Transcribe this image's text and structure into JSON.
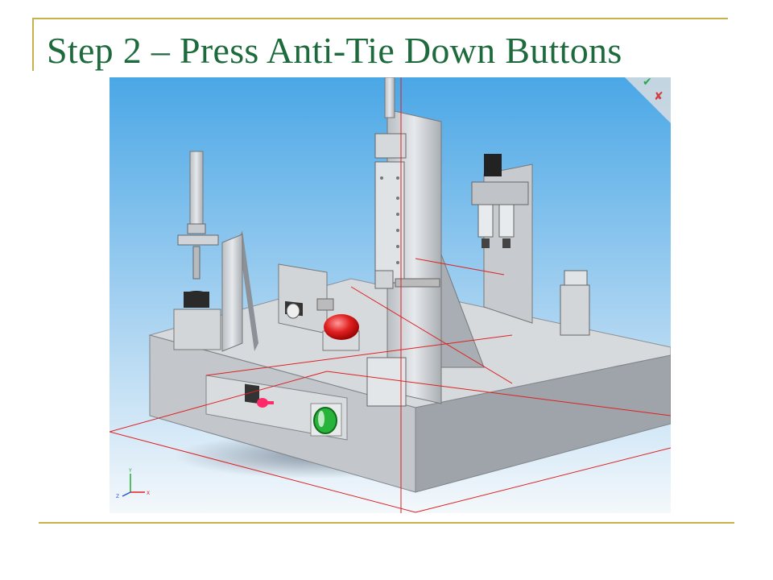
{
  "slide": {
    "title": "Step 2 – Press Anti-Tie Down Buttons"
  },
  "cad_view": {
    "triad_labels": {
      "x": "X",
      "y": "Y",
      "z": "Z"
    },
    "colors": {
      "sky_top": "#4aa7e6",
      "sky_bottom": "#f2f7fb",
      "metal": "#c9cdd1",
      "red_button": "#e02020",
      "green_button": "#22aa33",
      "grid_red": "#dd2222",
      "title_green": "#1d6a3c",
      "rule_gold": "#c9b24c"
    },
    "icons": [
      "confirm-check-icon",
      "cancel-x-icon",
      "coordinate-triad-icon"
    ]
  }
}
